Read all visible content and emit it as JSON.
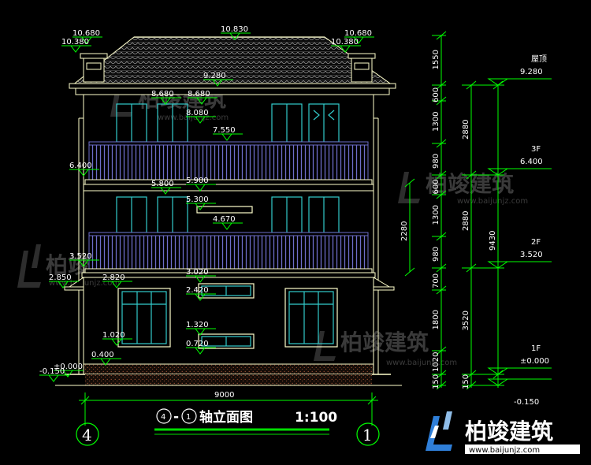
{
  "title": {
    "axis_from": "4",
    "dash": "-",
    "axis_to": "1",
    "name": "轴立面图",
    "scale": "1:100"
  },
  "axes": {
    "left": "4",
    "right": "1"
  },
  "width_dim": "9000",
  "elevations": {
    "roof_peak": "10.830",
    "chimney_top_left": "10.680",
    "chimney_top_right": "10.680",
    "chimney_base_left": "10.380",
    "chimney_base_right": "10.380",
    "eave": "9.280",
    "win3_top_a": "8.680",
    "win3_top_b": "8.680",
    "win3_sill_top": "8.080",
    "rail3_top": "7.550",
    "floor3": "6.400",
    "beam2_a": "5.800",
    "beam2_b": "5.900",
    "win2_head": "5.300",
    "rail2_top": "4.670",
    "floor2": "3.520",
    "win1_top": "3.020",
    "eave1_left": "2.850",
    "eave1_mid": "2.820",
    "win1_mid": "2.420",
    "win1_small": "1.320",
    "sill1_a": "1.020",
    "sill1_b": "0.720",
    "plinth": "0.400",
    "ground_zero": "±0.000",
    "ground_minus": "-0.150"
  },
  "right_levels": [
    {
      "name": "屋顶",
      "value": "9.280"
    },
    {
      "name": "3F",
      "value": "6.400"
    },
    {
      "name": "2F",
      "value": "3.520"
    },
    {
      "name": "1F",
      "value": "±0.000"
    },
    {
      "name": "",
      "value": "-0.150"
    }
  ],
  "dims_outer": [
    "1550",
    "600",
    "1300",
    "980",
    "600",
    "1300",
    "980",
    "700",
    "1800",
    "1020",
    "150"
  ],
  "dims_mid": [
    "2880",
    "2880",
    "3520",
    "150"
  ],
  "dims_total": "9430",
  "dim_left": "2280",
  "watermark": {
    "brand": "柏竣建筑",
    "url": "www.baijunjz.com"
  },
  "colors": {
    "background": "#000000",
    "outline": "#ffffcc",
    "window": "#33cccc",
    "rail": "#6666cc",
    "dimension": "#00ff00",
    "text": "#ffffff",
    "title_underline": "#00dd00"
  }
}
